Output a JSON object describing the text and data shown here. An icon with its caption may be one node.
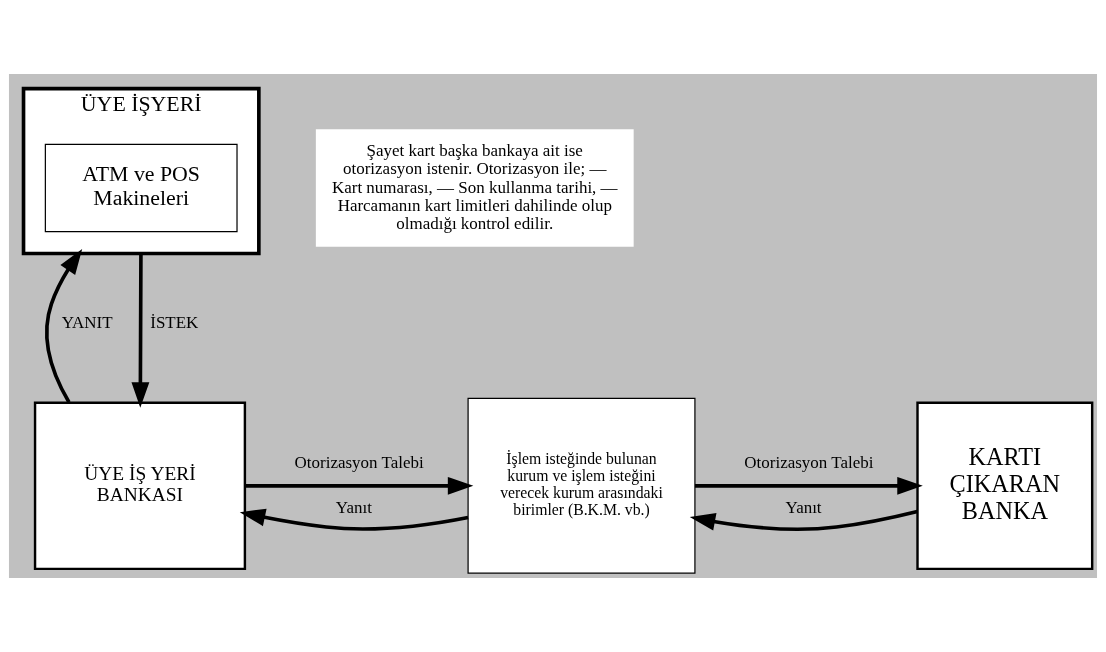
{
  "diagram": {
    "nodes": [
      {
        "text": [
          "ÜYE İŞYERİ"
        ]
      },
      {
        "text": [
          "ATM ve POS Makineleri"
        ],
        "in": 0
      },
      {
        "text": [
          "ÜYE İŞ YERİ BANKASI"
        ]
      },
      {
        "text": [
          "İşlem isteğinde bulunan kurum ve işlem isteğini verecek kurum arasındaki birimler (B.K.M. vb.)"
        ]
      },
      {
        "text": [
          "KARTI ÇIKARAN BANKA"
        ]
      },
      {
        "text": [
          "Şayet kart başka bankaya ait ise otorizasyon istenir. Otorizasyon ile; — Kart numarası, — Son kullanma tarihi, — Harcamanın kart limitleri dahilinde olup olmadığı kontrol edilir."
        ]
      }
    ],
    "edges": [
      {
        "from": 2,
        "to": 0,
        "arrow": "to",
        "label": "YANIT"
      },
      {
        "from": 0,
        "to": 2,
        "arrow": "to",
        "label": "İSTEK"
      },
      {
        "from": 2,
        "to": 3,
        "arrow": "to",
        "label": "Otorizasyon Talebi"
      },
      {
        "from": 3,
        "to": 2,
        "arrow": "to",
        "label": "Yanıt"
      },
      {
        "from": 3,
        "to": 4,
        "arrow": "to",
        "label": "Otorizasyon Talebi"
      },
      {
        "from": 4,
        "to": 3,
        "arrow": "to",
        "label": "Yanıt"
      }
    ]
  }
}
